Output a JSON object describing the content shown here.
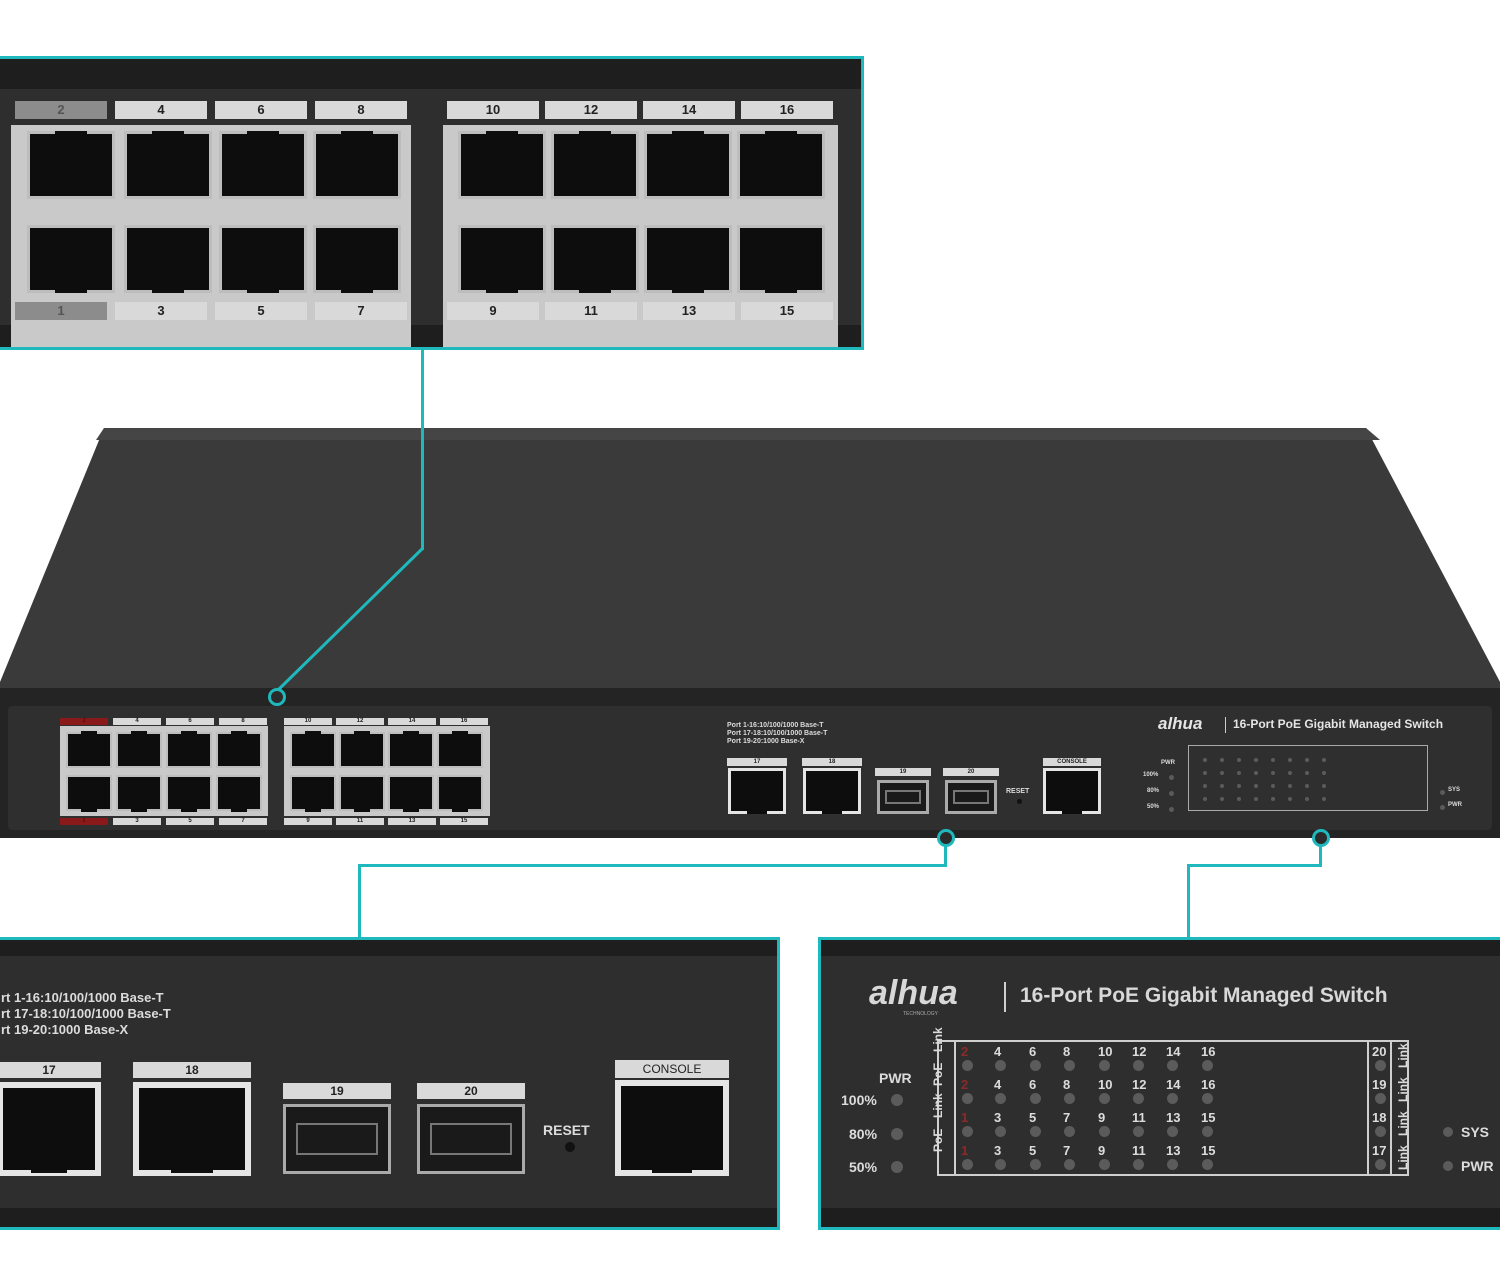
{
  "zoom_ports": {
    "top_labels": [
      "2",
      "4",
      "6",
      "8",
      "10",
      "12",
      "14",
      "16"
    ],
    "bottom_labels": [
      "1",
      "3",
      "5",
      "7",
      "9",
      "11",
      "13",
      "15"
    ]
  },
  "switch": {
    "front_top_labels": [
      "2",
      "4",
      "6",
      "8",
      "10",
      "12",
      "14",
      "16"
    ],
    "front_bottom_labels": [
      "1",
      "3",
      "5",
      "7",
      "9",
      "11",
      "13",
      "15"
    ],
    "port_info": [
      "Port 1-16:10/100/1000 Base-T",
      "Port 17-18:10/100/1000 Base-T",
      "Port 19-20:1000 Base-X"
    ],
    "uplink_labels": [
      "17",
      "18",
      "19",
      "20"
    ],
    "reset_label": "RESET",
    "console_label": "CONSOLE",
    "brand": "alhua",
    "model": "16-Port PoE Gigabit Managed Switch",
    "pwr_label": "PWR",
    "pct_labels": [
      "100%",
      "80%",
      "50%"
    ],
    "sys_label": "SYS",
    "pwr_led_label": "PWR"
  },
  "zoom_uplink": {
    "port_info": [
      "rt 1-16:10/100/1000 Base-T",
      "rt 17-18:10/100/1000 Base-T",
      "rt 19-20:1000 Base-X"
    ],
    "labels": [
      "17",
      "18",
      "19",
      "20"
    ],
    "reset_label": "RESET",
    "console_label": "CONSOLE"
  },
  "zoom_led": {
    "brand": "alhua",
    "brand_sub": "TECHNOLOGY",
    "model": "16-Port PoE Gigabit Managed Switch",
    "pwr_label": "PWR",
    "pct_labels": [
      "100%",
      "80%",
      "50%"
    ],
    "row_labels": [
      "Link",
      "PoE",
      "Link",
      "PoE"
    ],
    "even_ports": [
      "2",
      "4",
      "6",
      "8",
      "10",
      "12",
      "14",
      "16"
    ],
    "odd_ports": [
      "1",
      "3",
      "5",
      "7",
      "9",
      "11",
      "13",
      "15"
    ],
    "right_ports": [
      "20",
      "19",
      "18",
      "17"
    ],
    "right_row_labels": [
      "Link",
      "Link",
      "Link",
      "Link"
    ],
    "sys_label": "SYS",
    "pwr_led_label": "PWR"
  }
}
